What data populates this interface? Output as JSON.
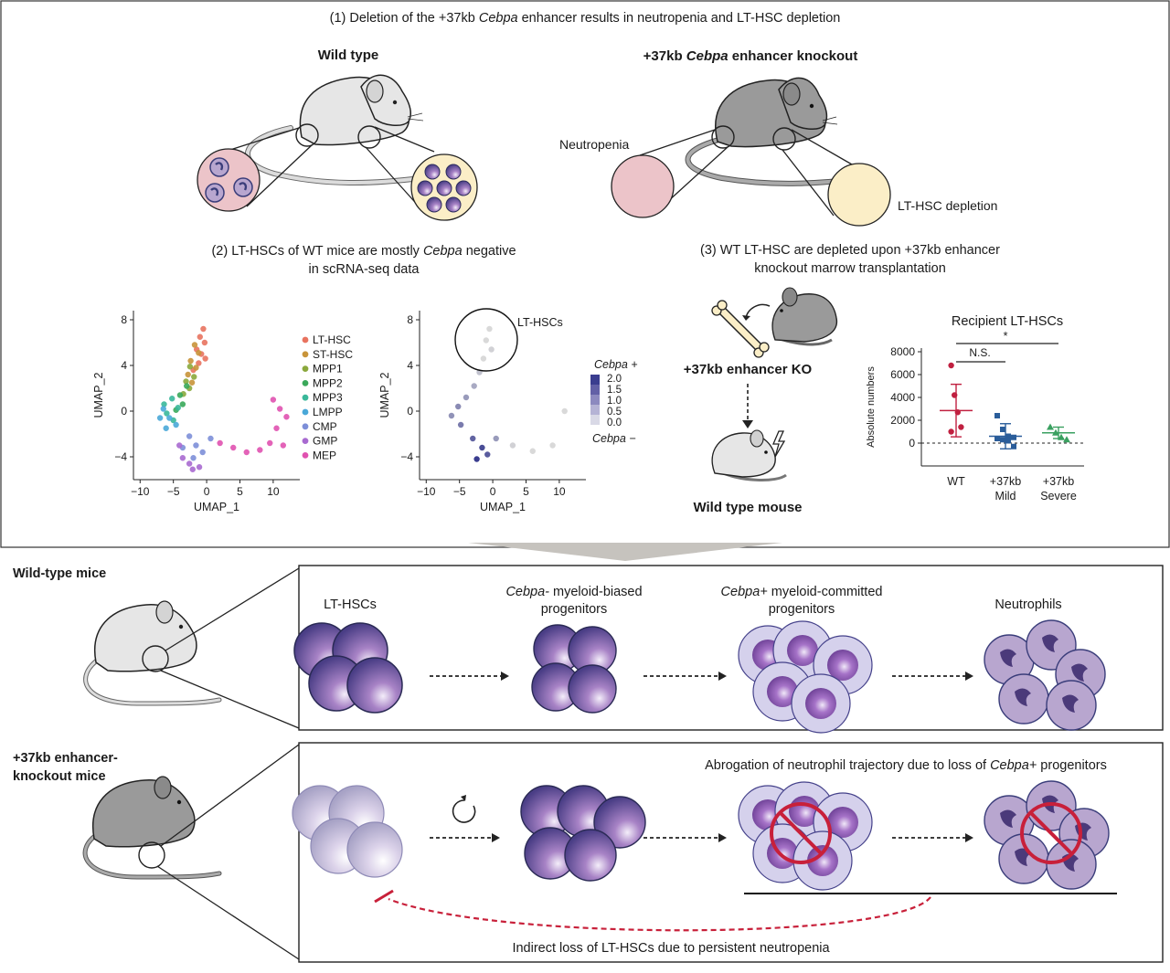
{
  "panel1": {
    "title_pre": "(1) Deletion of the +37kb ",
    "title_gene": "Cebpa",
    "title_post": " enhancer results in neutropenia and LT-HSC depletion",
    "wt_label": "Wild type",
    "ko_label_pre": "+37kb ",
    "ko_label_gene": "Cebpa",
    "ko_label_post": " enhancer knockout",
    "neutropenia": "Neutropenia",
    "lthsc_depletion": "LT-HSC depletion"
  },
  "panel2": {
    "title_line1_pre": "(2) LT-HSCs of WT mice are mostly ",
    "title_line1_gene": "Cebpa",
    "title_line1_post": " negative",
    "title_line2": "in scRNA-seq data",
    "lthscs_callout": "LT-HSCs",
    "colorbar_top": "Cebpa +",
    "colorbar_bottom": "Cebpa −",
    "colorbar_ticks": [
      "2.0",
      "1.5",
      "1.0",
      "0.5",
      "0.0"
    ]
  },
  "panel3": {
    "title_line1": "(3) WT LT-HSC are depleted upon +37kb enhancer",
    "title_line2": "knockout marrow transplantation",
    "donor_label": "+37kb enhancer KO",
    "recipient_label": "Wild type mouse"
  },
  "chart_data": [
    {
      "type": "scatter",
      "title": "",
      "xlabel": "UMAP_1",
      "ylabel": "UMAP_2",
      "xlim": [
        -11,
        14
      ],
      "ylim": [
        -6,
        8.8
      ],
      "xticks": [
        "−10",
        "−5",
        "0",
        "5",
        "10"
      ],
      "yticks": [
        "8",
        "4",
        "0",
        "−4"
      ],
      "legend_position": "right",
      "series": [
        {
          "name": "LT-HSC",
          "color": "#e8735f",
          "points": [
            [
              -0.5,
              7.2
            ],
            [
              -1.0,
              6.5
            ],
            [
              -0.3,
              6.0
            ],
            [
              -1.5,
              5.4
            ],
            [
              -0.8,
              5.0
            ],
            [
              -0.2,
              4.6
            ],
            [
              -1.2,
              4.2
            ],
            [
              -2.0,
              3.6
            ]
          ]
        },
        {
          "name": "ST-HSC",
          "color": "#c8943a",
          "points": [
            [
              -1.8,
              5.8
            ],
            [
              -1.2,
              5.1
            ],
            [
              -2.4,
              4.4
            ],
            [
              -1.6,
              3.8
            ],
            [
              -2.8,
              3.2
            ],
            [
              -2.2,
              2.5
            ]
          ]
        },
        {
          "name": "MPP1",
          "color": "#8aa83c",
          "points": [
            [
              -2.5,
              3.9
            ],
            [
              -1.9,
              3.0
            ],
            [
              -3.1,
              2.6
            ],
            [
              -2.6,
              2.0
            ],
            [
              -3.5,
              1.5
            ]
          ]
        },
        {
          "name": "MPP2",
          "color": "#3aa85a",
          "points": [
            [
              -3.0,
              2.2
            ],
            [
              -4.0,
              1.4
            ],
            [
              -3.6,
              0.6
            ],
            [
              -4.6,
              0.1
            ]
          ]
        },
        {
          "name": "MPP3",
          "color": "#3ab89a",
          "points": [
            [
              -5.2,
              1.1
            ],
            [
              -4.3,
              0.3
            ],
            [
              -6.0,
              -0.2
            ],
            [
              -5.0,
              -0.8
            ],
            [
              -6.4,
              0.6
            ]
          ]
        },
        {
          "name": "LMPP",
          "color": "#4aa8d8",
          "points": [
            [
              -6.5,
              0.2
            ],
            [
              -5.6,
              -0.6
            ],
            [
              -4.6,
              -1.2
            ],
            [
              -6.1,
              -1.5
            ],
            [
              -7.0,
              -0.6
            ]
          ]
        },
        {
          "name": "CMP",
          "color": "#7d8fd8",
          "points": [
            [
              -2.6,
              -2.2
            ],
            [
              -1.6,
              -3.0
            ],
            [
              -3.6,
              -3.2
            ],
            [
              -0.6,
              -3.6
            ],
            [
              0.6,
              -2.4
            ],
            [
              -2.0,
              -4.1
            ]
          ]
        },
        {
          "name": "GMP",
          "color": "#a86ad0",
          "points": [
            [
              -3.6,
              -4.1
            ],
            [
              -2.6,
              -4.6
            ],
            [
              -1.1,
              -4.9
            ],
            [
              -4.1,
              -3.0
            ],
            [
              -2.1,
              -5.1
            ]
          ]
        },
        {
          "name": "MEP",
          "color": "#e052b0",
          "points": [
            [
              2.0,
              -2.8
            ],
            [
              4.0,
              -3.2
            ],
            [
              6.0,
              -3.6
            ],
            [
              8.0,
              -3.4
            ],
            [
              9.5,
              -2.8
            ],
            [
              10.5,
              -1.5
            ],
            [
              11.0,
              0.2
            ],
            [
              10.0,
              1.0
            ],
            [
              12.0,
              -0.5
            ],
            [
              11.5,
              -3.0
            ]
          ]
        }
      ]
    },
    {
      "type": "scatter",
      "title": "",
      "xlabel": "UMAP_1",
      "ylabel": "UMAP_2",
      "xlim": [
        -11,
        14
      ],
      "ylim": [
        -6,
        8.8
      ],
      "xticks": [
        "−10",
        "−5",
        "0",
        "5",
        "10"
      ],
      "yticks": [
        "8",
        "4",
        "0",
        "−4"
      ],
      "color_scale": {
        "min": 0.0,
        "max": 2.0,
        "low_color": "#d9d9d9",
        "high_color": "#3a3d8f"
      },
      "points": [
        [
          -0.5,
          7.2,
          0.0
        ],
        [
          -1.0,
          6.2,
          0.0
        ],
        [
          -0.2,
          5.4,
          0.1
        ],
        [
          -1.4,
          4.6,
          0.0
        ],
        [
          -2.0,
          3.4,
          0.3
        ],
        [
          -2.8,
          2.2,
          0.6
        ],
        [
          -4.0,
          1.2,
          0.8
        ],
        [
          -5.2,
          0.4,
          1.0
        ],
        [
          -6.2,
          -0.4,
          0.9
        ],
        [
          -4.8,
          -1.2,
          1.2
        ],
        [
          -3.0,
          -2.4,
          1.5
        ],
        [
          -1.6,
          -3.2,
          1.8
        ],
        [
          -2.4,
          -4.2,
          2.0
        ],
        [
          -0.8,
          -3.8,
          1.6
        ],
        [
          0.5,
          -2.4,
          0.8
        ],
        [
          3.0,
          -3.0,
          0.1
        ],
        [
          6.0,
          -3.5,
          0.0
        ],
        [
          9.0,
          -3.0,
          0.0
        ],
        [
          10.8,
          0.0,
          0.0
        ]
      ]
    },
    {
      "type": "scatter",
      "title": "Recipient LT-HSCs",
      "xlabel": "",
      "ylabel": "Absolute numbers",
      "ylim": [
        -2000,
        8000
      ],
      "yticks": [
        "8000",
        "6000",
        "4000",
        "2000",
        "0"
      ],
      "categories": [
        "WT",
        "+37kb Mild",
        "+37kb Severe"
      ],
      "series": [
        {
          "name": "WT",
          "color": "#c02040",
          "mean": 2850,
          "sd": 2300,
          "values": [
            6800,
            4200,
            2700,
            1400,
            1000
          ]
        },
        {
          "name": "+37kb Mild",
          "color": "#2a5d9a",
          "mean": 600,
          "sd": 1100,
          "values": [
            2400,
            1200,
            600,
            500,
            400,
            300,
            200,
            -300
          ]
        },
        {
          "name": "+37kb Severe",
          "color": "#3aa060",
          "mean": 900,
          "sd": 500,
          "values": [
            1400,
            900,
            500,
            300
          ]
        }
      ],
      "annotations": [
        "N.S.",
        "*"
      ]
    }
  ],
  "lower": {
    "wt_row_label": "Wild-type mice",
    "ko_row_label_line1": "+37kb enhancer-",
    "ko_row_label_line2": "knockout mice",
    "stage1": "LT-HSCs",
    "stage2_gene": "Cebpa-",
    "stage2_rest": " myeloid-biased",
    "stage2_line2": "progenitors",
    "stage3_gene": "Cebpa+",
    "stage3_rest": " myeloid-committed",
    "stage3_line2": "progenitors",
    "stage4": "Neutrophils",
    "abrogation_pre": "Abrogation of neutrophil trajectory due to loss of ",
    "abrogation_gene": "Cebpa+",
    "abrogation_post": " progenitors",
    "indirect_loss": "Indirect loss of LT-HSCs due to persistent neutropenia"
  },
  "colors": {
    "wt_mouse": "#e6e6e6",
    "ko_mouse": "#9a9a9a",
    "neutropenia_bubble": "#ecc4c9",
    "lthsc_bubble": "#fbeec7",
    "hsc_dark": "#3a3d7a",
    "progenitor_light": "#c9c6e6",
    "neutrophil": "#b8a6cf",
    "inhibit_red": "#c8203a"
  }
}
